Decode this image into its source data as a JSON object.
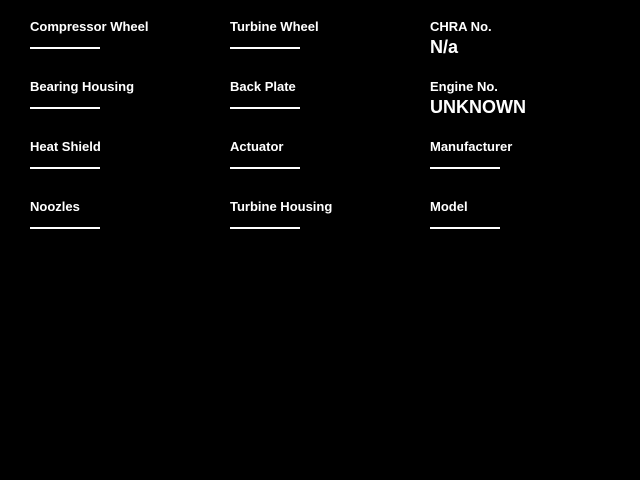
{
  "page": {
    "background_color": "#000000",
    "text_color": "#ffffff"
  },
  "form": {
    "columns": [
      {
        "fields": [
          {
            "label": "Compressor Wheel",
            "value": "",
            "has_underline": true
          },
          {
            "label": "Bearing Housing",
            "value": "",
            "has_underline": true
          },
          {
            "label": "Heat Shield",
            "value": "",
            "has_underline": true
          },
          {
            "label": "Noozles",
            "value": "",
            "has_underline": true
          }
        ]
      },
      {
        "fields": [
          {
            "label": "Turbine Wheel",
            "value": "",
            "has_underline": true
          },
          {
            "label": "Back Plate",
            "value": "",
            "has_underline": true
          },
          {
            "label": "Actuator",
            "value": "",
            "has_underline": true
          },
          {
            "label": "Turbine Housing",
            "value": "",
            "has_underline": true
          }
        ]
      },
      {
        "fields": [
          {
            "label": "CHRA No.",
            "value": "N/a",
            "has_underline": false
          },
          {
            "label": "Engine No.",
            "value": "UNKNOWN",
            "has_underline": false
          },
          {
            "label": "Manufacturer",
            "value": "",
            "has_underline": true
          },
          {
            "label": "Model",
            "value": "",
            "has_underline": true
          }
        ]
      }
    ]
  }
}
